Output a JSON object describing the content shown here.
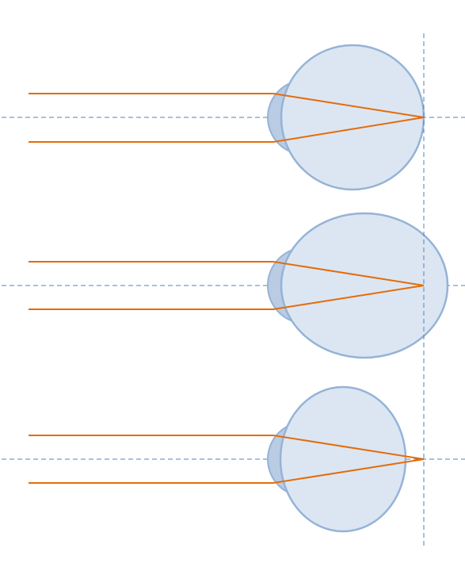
{
  "colors": {
    "background": "#ffffff",
    "eye_fill": "#dce6f2",
    "eye_stroke": "#95b3d7",
    "cornea_fill": "#b9cce4",
    "ray": "#e46c0a",
    "axis": "#4f81bd"
  },
  "eyes": [
    {
      "id": "normal-eye"
    },
    {
      "id": "elongated-eye"
    },
    {
      "id": "short-eye"
    }
  ]
}
